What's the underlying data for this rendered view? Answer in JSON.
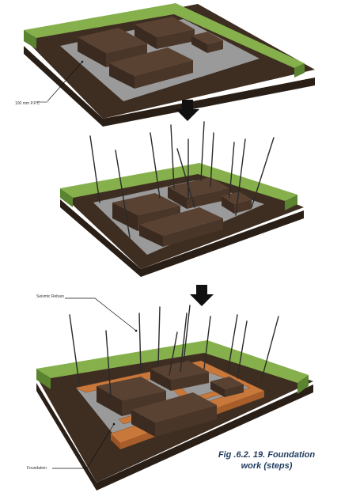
{
  "labels": {
    "ppc": "100 mm P.P.C",
    "seismic_rebars": "Seismic Rebars",
    "foundation": "Foundation"
  },
  "caption": {
    "line1": "Fig .6.2. 19. Foundation",
    "line2": "work (steps)"
  },
  "colors": {
    "soil": "#3e2e22",
    "soil_dark": "#2a1f17",
    "grass": "#6b9a3c",
    "grass_light": "#86b04c",
    "pcc": "#9a9a9a",
    "block": "#4a3628",
    "brick": "#c9783c",
    "rebar": "#2a2a2a",
    "arrow": "#111111"
  }
}
